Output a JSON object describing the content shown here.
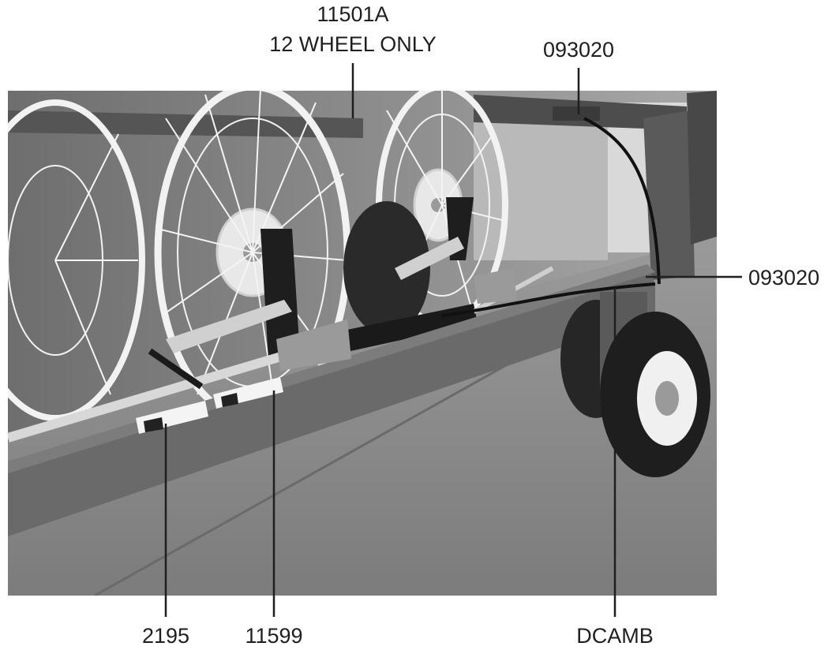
{
  "callouts": {
    "top_center": {
      "line1": "11501A",
      "line2": "12 WHEEL ONLY"
    },
    "top_right": "093020",
    "right": "093020",
    "bottom_left": "2195",
    "bottom_mid": "11599",
    "bottom_right": "DCAMB"
  },
  "colors": {
    "leader_line": "#1f1f1f",
    "photo_background": "#8a8a8a",
    "frame_gray": "#5f5f5f",
    "rake_wire": "#f2f2f2",
    "tire": "#1e1e1e"
  }
}
